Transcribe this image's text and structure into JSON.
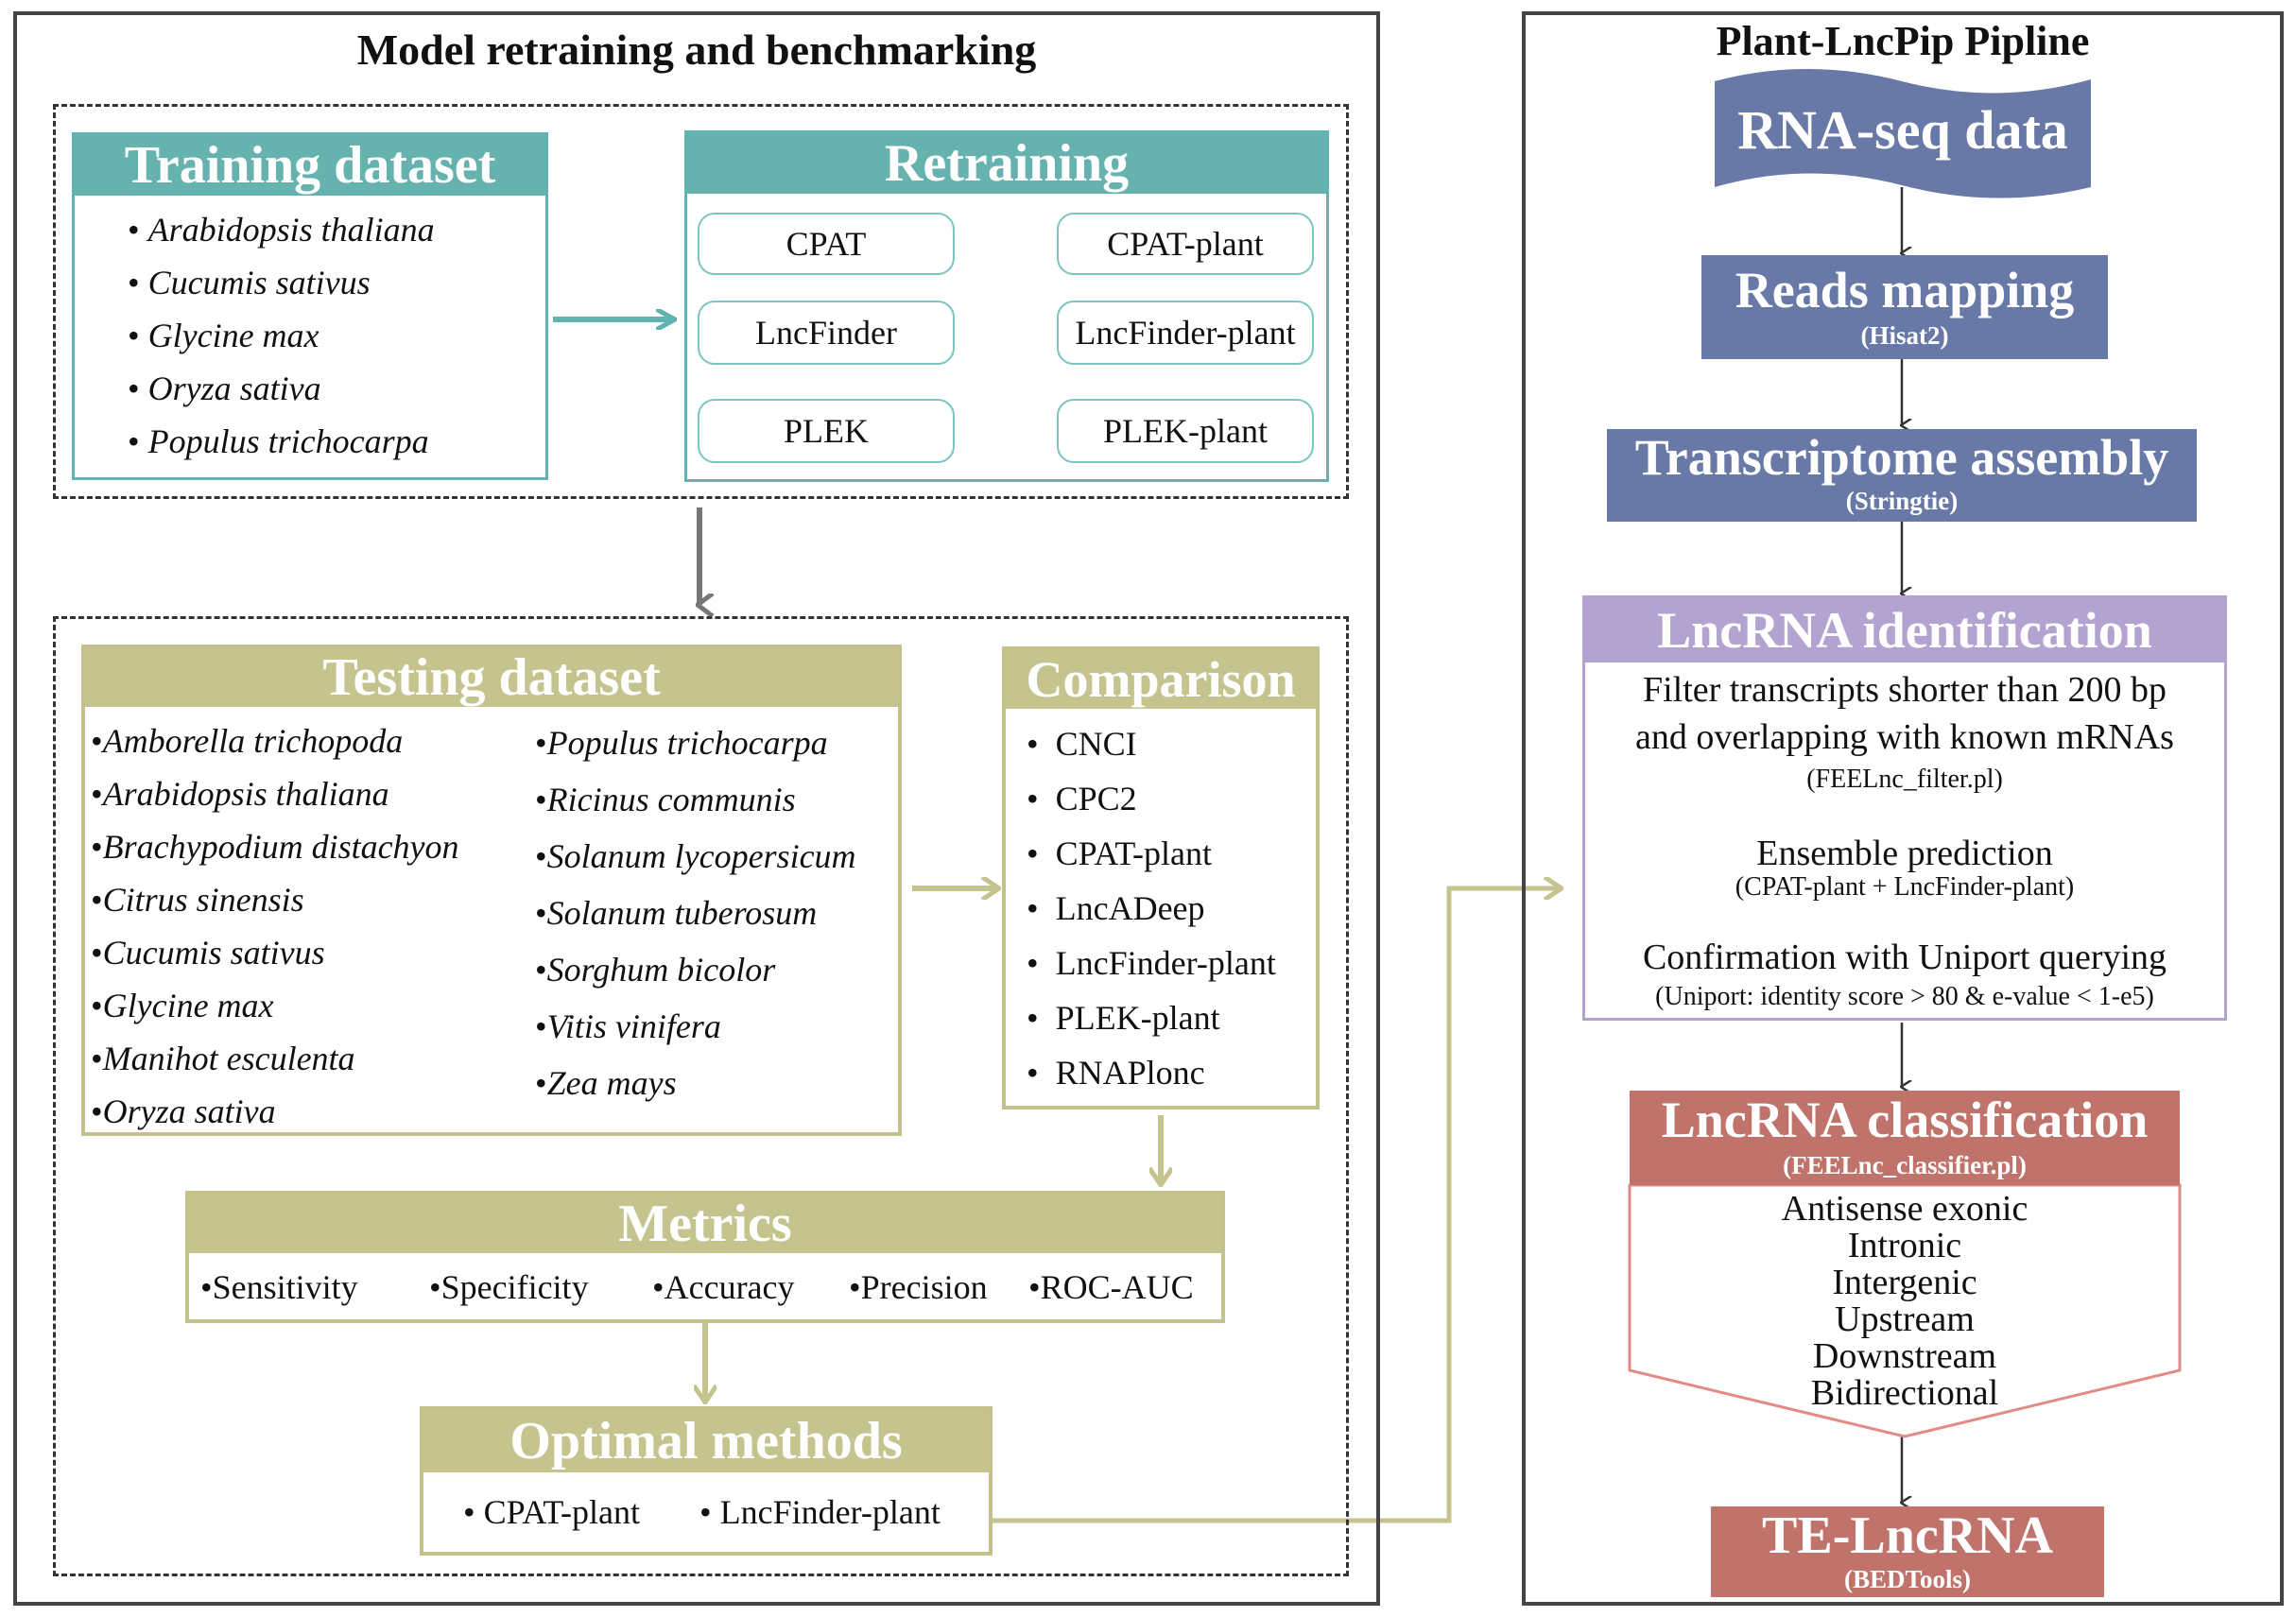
{
  "left_panel": {
    "title": "Model retraining and benchmarking",
    "training": {
      "header": "Training dataset",
      "species": [
        "Arabidopsis thaliana",
        "Cucumis sativus",
        "Glycine max",
        "Oryza sativa",
        "Populus trichocarpa"
      ]
    },
    "retraining": {
      "header": "Retraining",
      "pairs": [
        {
          "from": "CPAT",
          "to": "CPAT-plant"
        },
        {
          "from": "LncFinder",
          "to": "LncFinder-plant"
        },
        {
          "from": "PLEK",
          "to": "PLEK-plant"
        }
      ]
    },
    "testing": {
      "header": "Testing dataset",
      "col1": [
        "Amborella trichopoda",
        "Arabidopsis thaliana",
        "Brachypodium distachyon",
        "Citrus sinensis",
        "Cucumis sativus",
        "Glycine max",
        "Manihot esculenta",
        "Oryza sativa"
      ],
      "col2": [
        "Populus trichocarpa",
        "Ricinus communis",
        "Solanum lycopersicum",
        "Solanum tuberosum",
        "Sorghum bicolor",
        "Vitis vinifera",
        "Zea mays"
      ]
    },
    "comparison": {
      "header": "Comparison",
      "tools": [
        "CNCI",
        "CPC2",
        "CPAT-plant",
        "LncADeep",
        "LncFinder-plant",
        "PLEK-plant",
        "RNAPlonc"
      ]
    },
    "metrics": {
      "header": "Metrics",
      "items": [
        "Sensitivity",
        "Specificity",
        "Accuracy",
        "Precision",
        "ROC-AUC"
      ]
    },
    "optimal": {
      "header": "Optimal methods",
      "items": [
        "CPAT-plant",
        "LncFinder-plant"
      ]
    }
  },
  "right_panel": {
    "title": "Plant-LncPip Pipline",
    "rnaseq": "RNA-seq data",
    "mapping": {
      "title": "Reads mapping",
      "tool": "(Hisat2)"
    },
    "assembly": {
      "title": "Transcriptome assembly",
      "tool": "(Stringtie)"
    },
    "identification": {
      "header": "LncRNA identification",
      "filter_line1": "Filter transcripts shorter than 200 bp",
      "filter_line2": "and overlapping with known mRNAs",
      "filter_tool": "(FEELnc_filter.pl)",
      "ensemble": "Ensemble prediction",
      "ensemble_tools": "(CPAT-plant  + LncFinder-plant)",
      "confirm": "Confirmation with Uniport querying",
      "confirm_detail": "(Uniport: identity score > 80 & e-value < 1-e5)"
    },
    "classification": {
      "header": "LncRNA classification",
      "tool": "(FEELnc_classifier.pl)",
      "classes": [
        "Antisense exonic",
        "Intronic",
        "Intergenic",
        "Upstream",
        "Downstream",
        "Bidirectional"
      ]
    },
    "te": {
      "title": "TE-LncRNA",
      "tool": "(BEDTools)"
    }
  },
  "colors": {
    "teal": "#66b2af",
    "olive": "#c5c48f",
    "navy": "#6879a7",
    "lavender": "#b3a3d1",
    "salmon": "#c0736a"
  }
}
